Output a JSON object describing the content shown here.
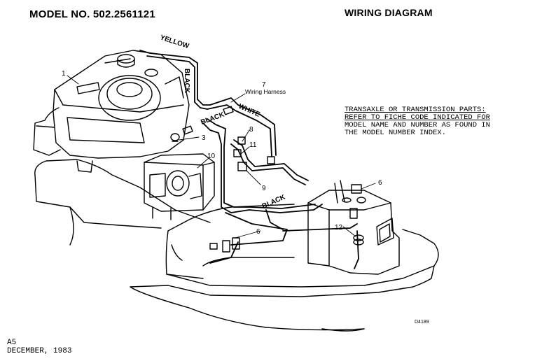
{
  "header": {
    "model_label": "MODEL NO. 502.2561121",
    "title": "WIRING DIAGRAM"
  },
  "note": {
    "line1": "TRANSAXLE OR TRANSMISSION PARTS:",
    "line2": "REFER TO FICHE CODE INDICATED FOR",
    "line3": "MODEL NAME AND NUMBER AS FOUND IN",
    "line4": "THE MODEL NUMBER INDEX."
  },
  "wire_labels": {
    "yellow": "YELLOW",
    "black_1": "BLACK",
    "black_2": "BLACK",
    "black_3": "BLACK",
    "white": "WHITE"
  },
  "callouts": {
    "c1": "1",
    "c3": "3",
    "c6a": "6",
    "c6b": "6",
    "c7": "7",
    "c7_text": "Wiring Harness",
    "c8": "8",
    "c9": "9",
    "c10": "10",
    "c11": "11",
    "c12": "12"
  },
  "drawing_code": "D4189",
  "footer": {
    "page": "A5",
    "date": "DECEMBER, 1983"
  }
}
